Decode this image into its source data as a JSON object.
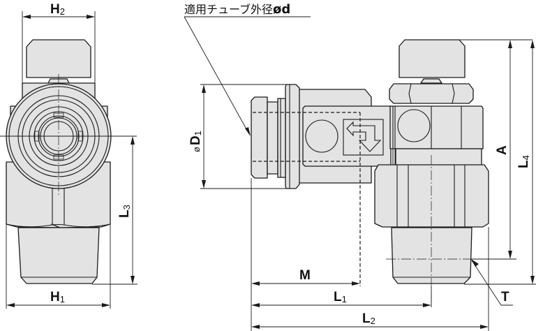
{
  "drawing": {
    "type": "technical-dimension-drawing",
    "views": [
      "side-view",
      "front-view"
    ],
    "colors": {
      "part_fill": "#e3e3e3",
      "outline": "#1a1a1a",
      "background": "#ffffff"
    }
  },
  "annotation": {
    "tube_od_label": "適用チューブ外径",
    "tube_od_symbol": "ød"
  },
  "dimensions": {
    "H2": {
      "main": "H",
      "sub": "2"
    },
    "H1": {
      "main": "H",
      "sub": "1"
    },
    "L3": {
      "main": "L",
      "sub": "3"
    },
    "D1": {
      "prefix": "ø",
      "main": "D",
      "sub": "1"
    },
    "A": {
      "main": "A"
    },
    "L4": {
      "main": "L",
      "sub": "4"
    },
    "M": {
      "main": "M"
    },
    "L1": {
      "main": "L",
      "sub": "1"
    },
    "L2": {
      "main": "L",
      "sub": "2"
    },
    "T": {
      "main": "T"
    }
  }
}
